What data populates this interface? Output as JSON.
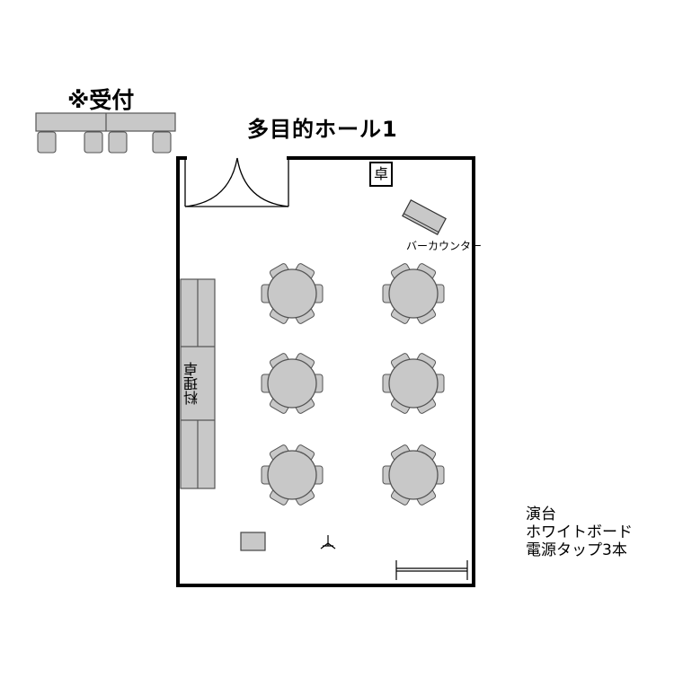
{
  "reception": {
    "label": "※受付"
  },
  "hall": {
    "title": "多目的ホール1"
  },
  "podium": {
    "label": "卓"
  },
  "bar_counter": {
    "label": "バーカウンター"
  },
  "catering_table": {
    "label": "料理卓"
  },
  "equipment": {
    "items": [
      "演台",
      "ホワイトボード",
      "電源タップ3本"
    ]
  },
  "colors": {
    "wall": "#000000",
    "furniture_fill": "#c8c8c8",
    "furniture_stroke": "#555555",
    "background": "#ffffff"
  },
  "round_tables": {
    "count": 6,
    "chairs_per_table": 6
  },
  "reception_chairs": 4
}
